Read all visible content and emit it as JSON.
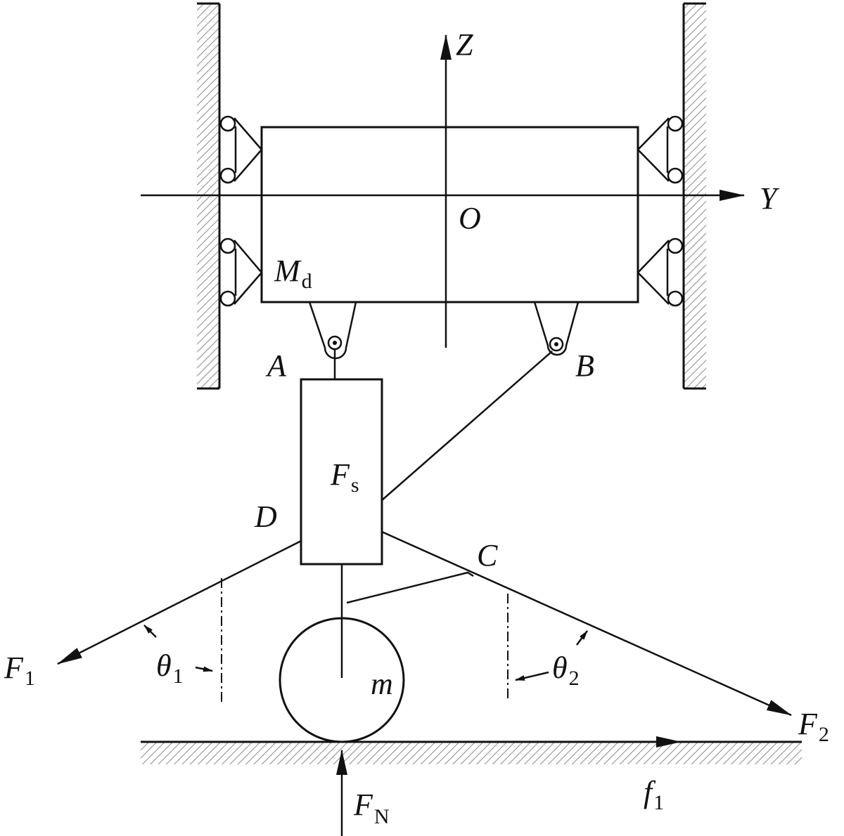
{
  "labels": {
    "z_axis": "Z",
    "y_axis": "Y",
    "origin": "O",
    "moment": {
      "main": "M",
      "sub": "d"
    },
    "point_a": "A",
    "point_b": "B",
    "point_c": "C",
    "point_d": "D",
    "spring_force": {
      "main": "F",
      "sub": "s"
    },
    "mass": "m",
    "force_1": {
      "main": "F",
      "sub": "1"
    },
    "force_2": {
      "main": "F",
      "sub": "2"
    },
    "normal_force": {
      "main": "F",
      "sub": "N"
    },
    "friction": {
      "main": "f",
      "sub": "1"
    },
    "theta_1": {
      "main": "θ",
      "sub": "1"
    },
    "theta_2": {
      "main": "θ",
      "sub": "2"
    }
  },
  "colors": {
    "stroke": "#111111",
    "hatch": "#8a8a8a",
    "background": "#ffffff"
  }
}
